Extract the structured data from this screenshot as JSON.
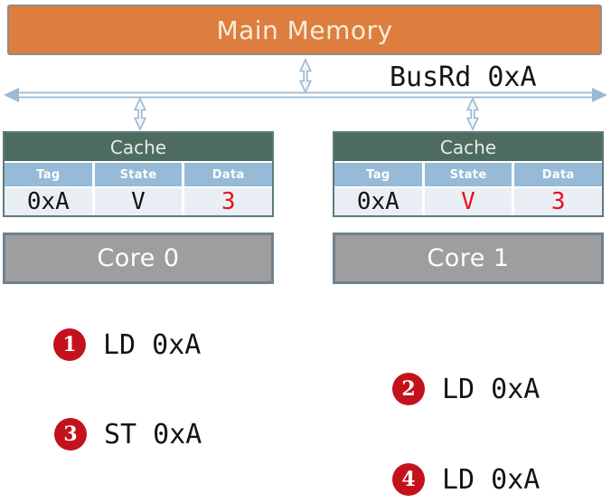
{
  "colors": {
    "orange": "#dd7e3e",
    "memory-border": "#8e8e8e",
    "memory-text": "#f8ecd9",
    "bus": "#9db8d2",
    "cache-green": "#4d6c5f",
    "cache-border": "#5e7a7c",
    "th-blue": "#97bad7",
    "td-bg": "#e9eff5",
    "core-fill": "#9e9e9e",
    "core-border": "#6e8290",
    "red": "#e8131b",
    "badge": "#c4121c"
  },
  "memory": {
    "label": "Main Memory"
  },
  "bus": {
    "label": "BusRd 0xA"
  },
  "caches": [
    {
      "title": "Cache",
      "headers": [
        "Tag",
        "State",
        "Data"
      ],
      "row": {
        "tag": "0xA",
        "state": "V",
        "data": "3"
      },
      "row_colors": {
        "tag": "black",
        "state": "black",
        "data": "red"
      }
    },
    {
      "title": "Cache",
      "headers": [
        "Tag",
        "State",
        "Data"
      ],
      "row": {
        "tag": "0xA",
        "state": "V",
        "data": "3"
      },
      "row_colors": {
        "tag": "black",
        "state": "red",
        "data": "red"
      }
    }
  ],
  "cores": [
    {
      "label": "Core 0"
    },
    {
      "label": "Core 1"
    }
  ],
  "events": [
    {
      "num": "1",
      "label": "LD 0xA"
    },
    {
      "num": "2",
      "label": "LD 0xA"
    },
    {
      "num": "3",
      "label": "ST 0xA"
    },
    {
      "num": "4",
      "label": "LD 0xA"
    }
  ]
}
